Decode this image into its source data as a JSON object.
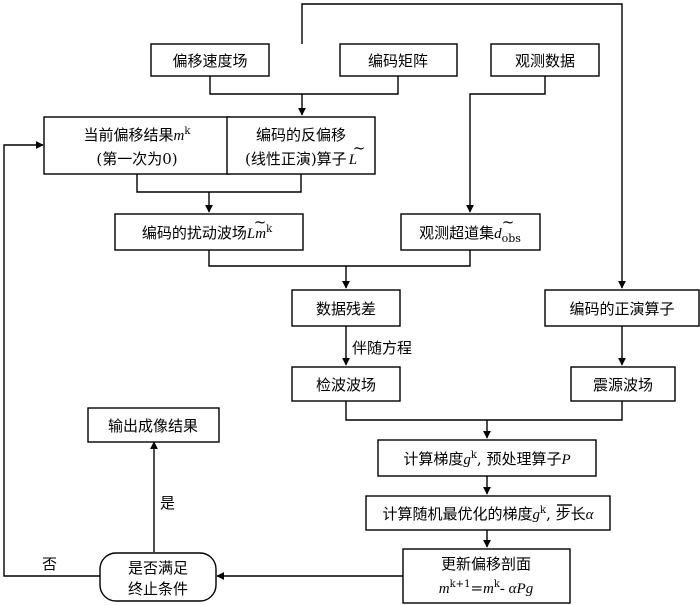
{
  "nodes": {
    "offset_velocity": "偏移速度场",
    "encoding_matrix": "编码矩阵",
    "observed_data": "观测数据",
    "current_result": {
      "line1": "当前偏移结果",
      "var": "m",
      "sup": "k",
      "line2": "(第一次为0)"
    },
    "encoded_adjoint": {
      "line1": "编码的反偏移",
      "line2": "(线性正演)算子",
      "var": "L",
      "tilde": "~"
    },
    "encoded_perturb": {
      "text": "编码的扰动波场",
      "var1": "L",
      "var2": "m",
      "sup": "k",
      "tilde": "~"
    },
    "observed_supergather": {
      "text": "观测超道集",
      "var": "d",
      "sub": "obs",
      "tilde": "~"
    },
    "data_residual": "数据残差",
    "encoded_forward": "编码的正演算子",
    "receiver_wavefield": "检波波场",
    "source_wavefield": "震源波场",
    "gradient": {
      "prefix": "计算梯度",
      "var": "g",
      "sup": "k",
      "mid": ", 预处理算子",
      "var2": "P"
    },
    "stochastic_gradient": {
      "prefix": "计算随机最优化的梯度",
      "var": "g",
      "sup": "k",
      "suffix": ", 步长",
      "var2": "α"
    },
    "update": {
      "line1": "更新偏移剖面",
      "m1": "m",
      "sup1": "k+1",
      "eq": "=",
      "m2": "m",
      "sup2": "k",
      "rest": "- αPg"
    },
    "termination": {
      "line1": "是否满足",
      "line2": "终止条件"
    },
    "output": "输出成像结果"
  },
  "edge_labels": {
    "adjoint_equation": "伴随方程",
    "yes": "是",
    "no": "否"
  }
}
